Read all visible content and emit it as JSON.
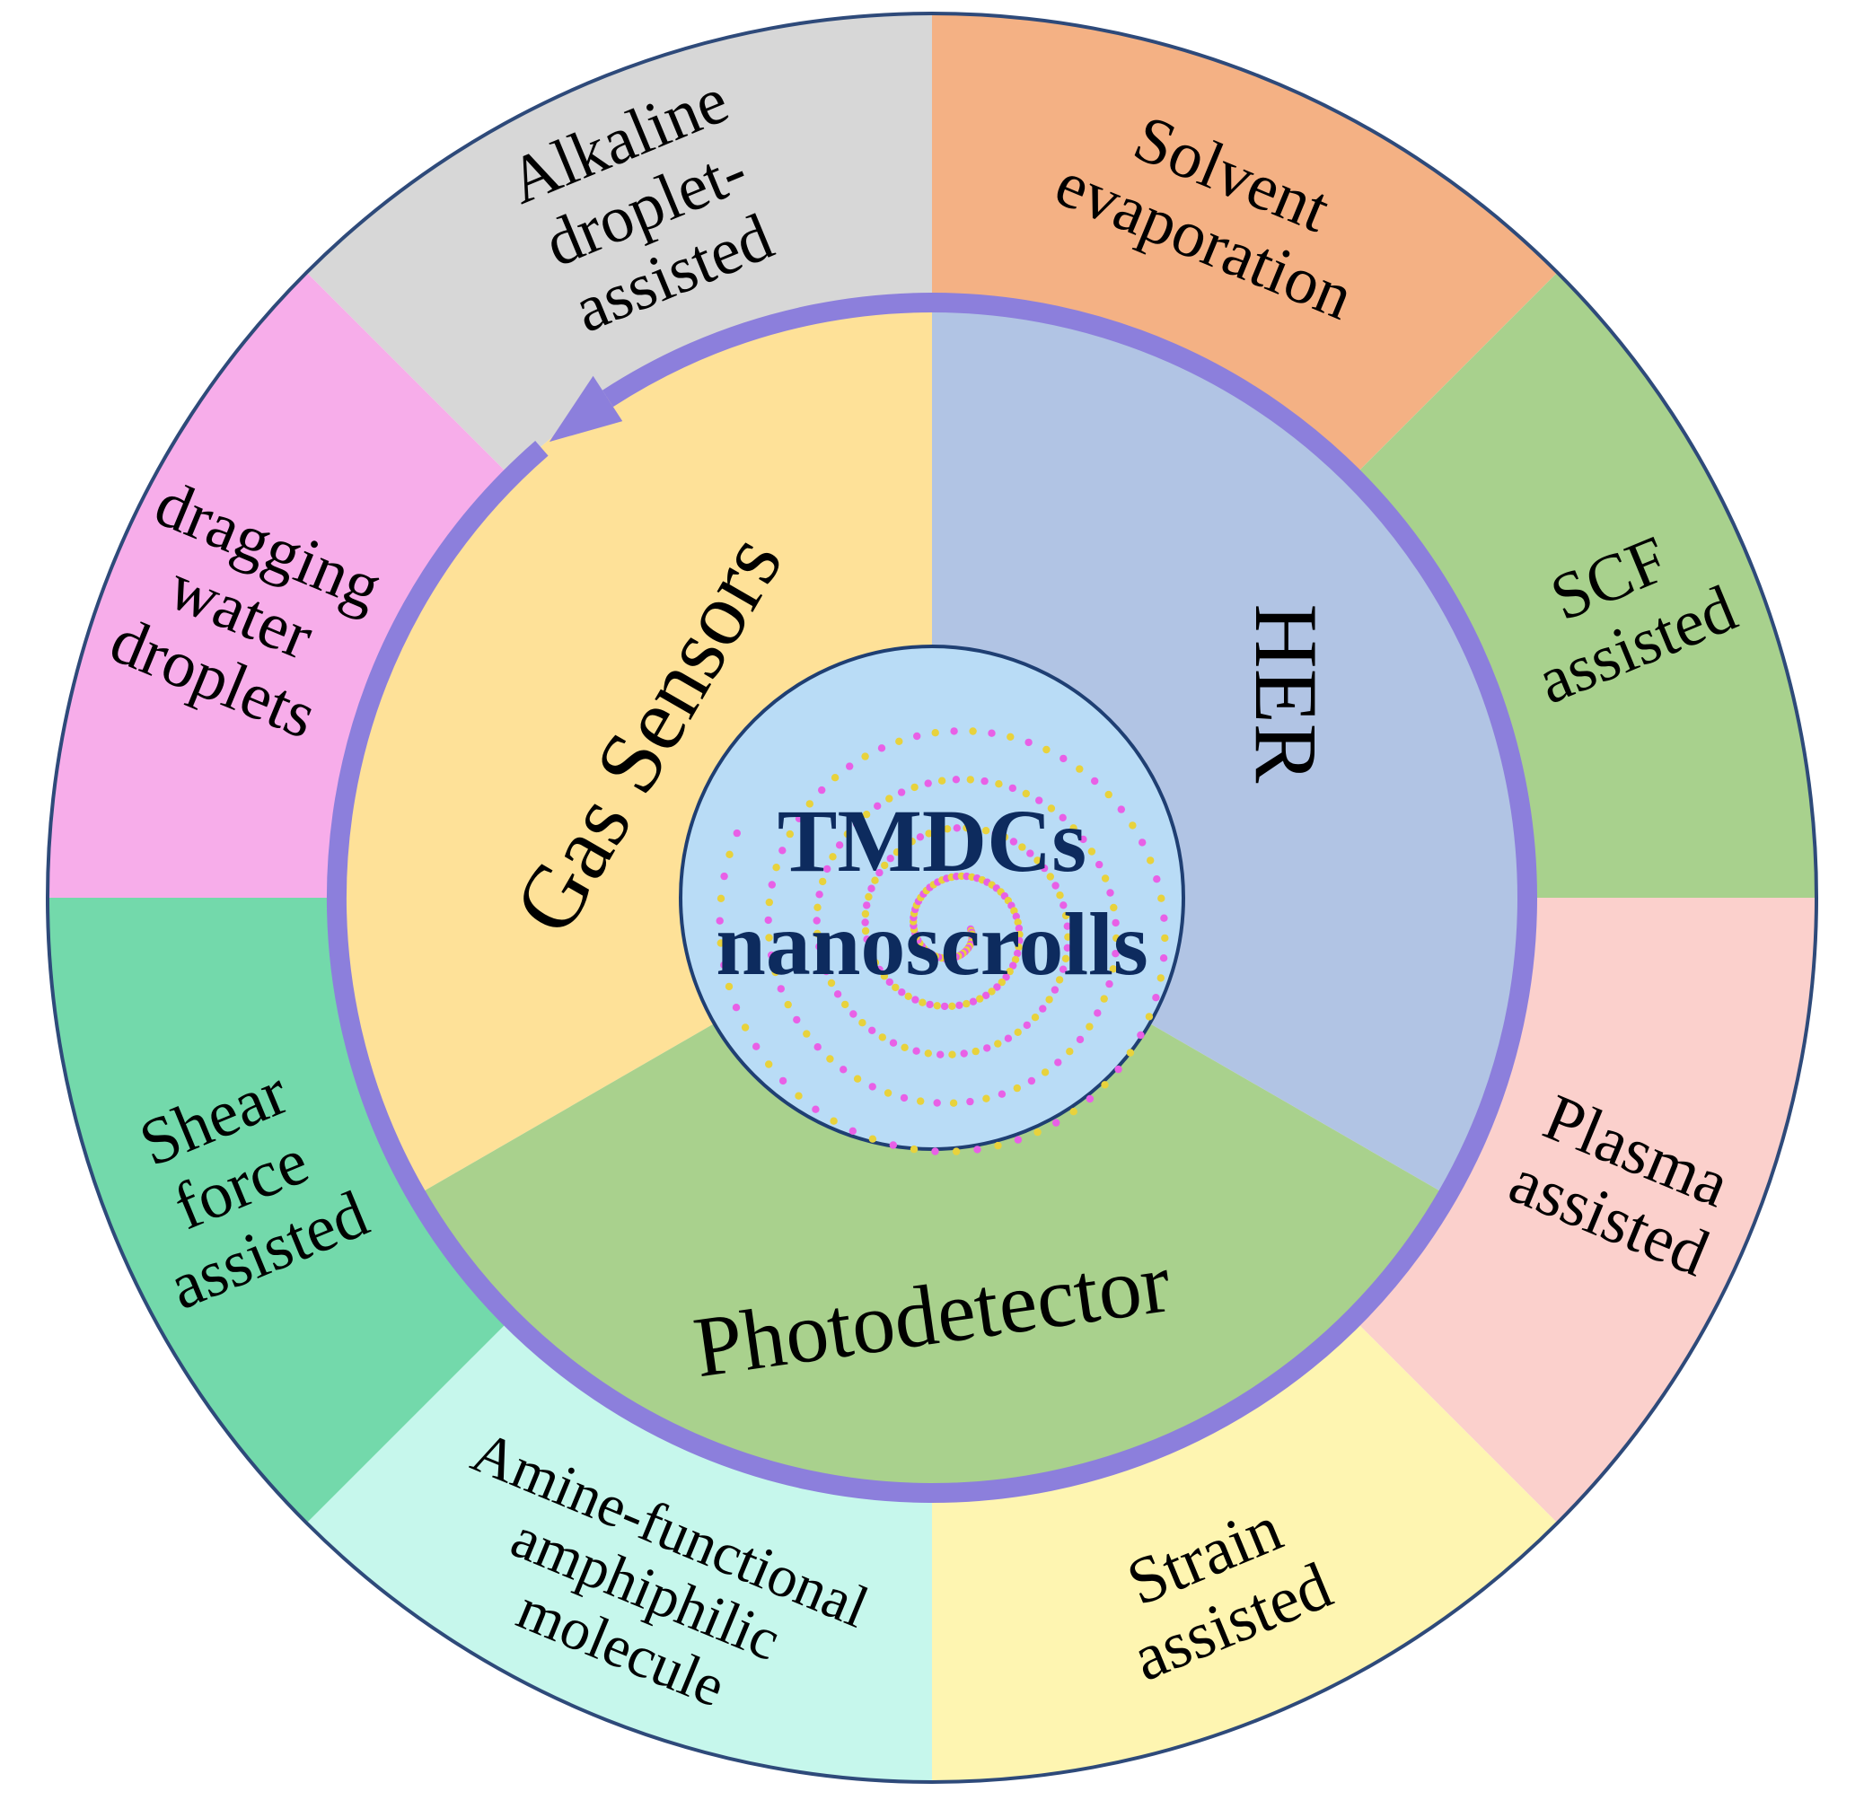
{
  "center": {
    "lines": [
      "TMDCs",
      "nanoscrolls"
    ],
    "fill": "#b9dcf6",
    "text_color": "#0d2b5e",
    "spiral_colors": [
      "#e860e6",
      "#e8d23c"
    ]
  },
  "ring_color": "#8c7fdc",
  "outer_segments": [
    {
      "lines": [
        "Alkaline",
        "droplet-",
        "assisted"
      ],
      "fill": "#d7d7d7"
    },
    {
      "lines": [
        "Solvent",
        "evaporation"
      ],
      "fill": "#f4b184"
    },
    {
      "lines": [
        "SCF",
        "assisted"
      ],
      "fill": "#a8d18d"
    },
    {
      "lines": [
        "Plasma",
        "assisted"
      ],
      "fill": "#fbd0cc"
    },
    {
      "lines": [
        "Strain",
        "assisted"
      ],
      "fill": "#fef5b1"
    },
    {
      "lines": [
        "Amine-functional",
        "amphiphilic",
        "molecule"
      ],
      "fill": "#c6f7ec"
    },
    {
      "lines": [
        "Shear",
        "force",
        "assisted"
      ],
      "fill": "#73d9ab"
    },
    {
      "lines": [
        "dragging",
        "water",
        "droplets"
      ],
      "fill": "#f7adea"
    }
  ],
  "inner_segments": [
    {
      "label": "Gas Sensors",
      "fill": "#fee198"
    },
    {
      "label": "HER",
      "fill": "#b1c4e4"
    },
    {
      "label": "Photodetector",
      "fill": "#a9d18d"
    }
  ]
}
